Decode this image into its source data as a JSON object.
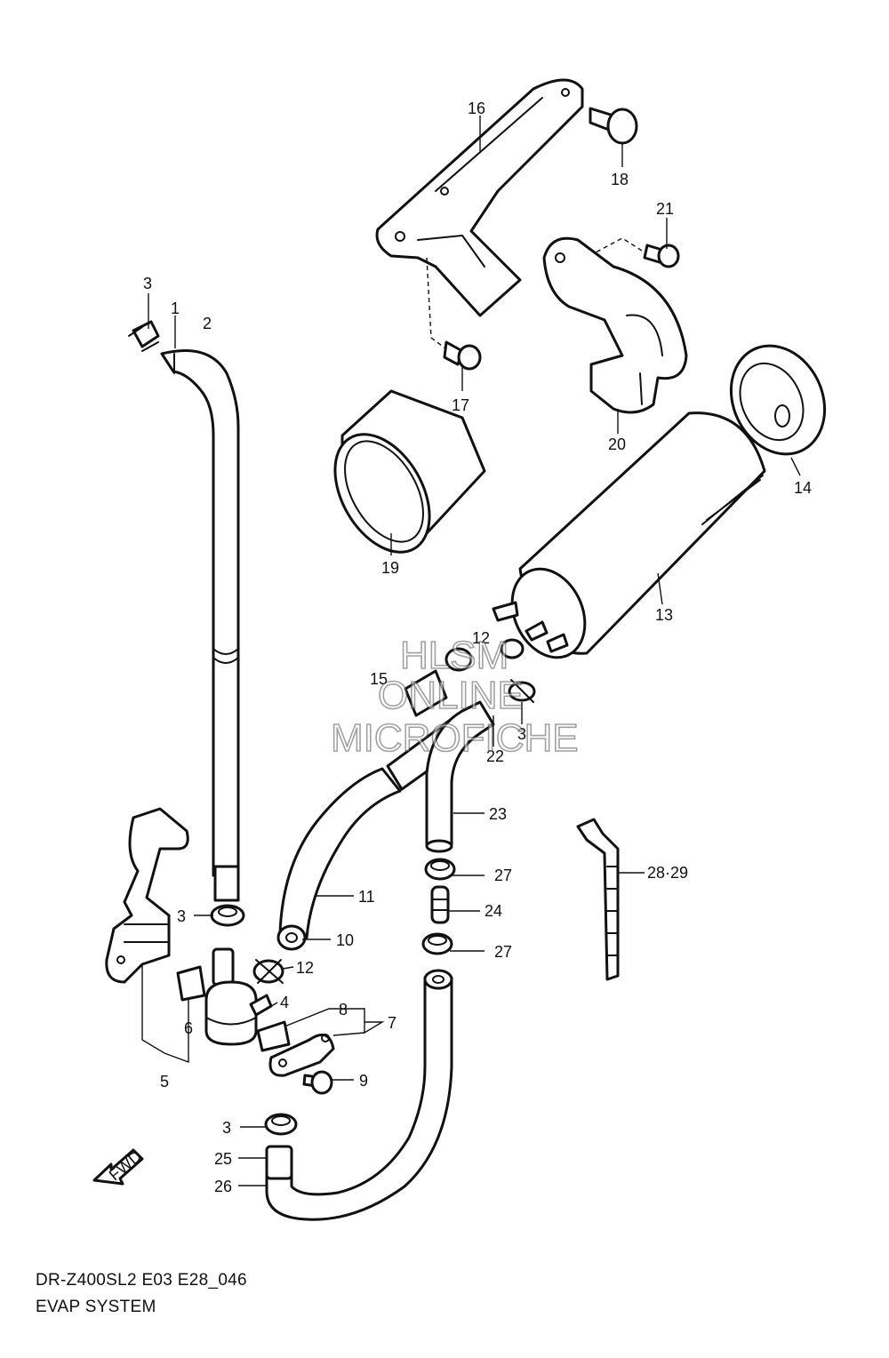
{
  "callouts": {
    "c1": "1",
    "c2": "2",
    "c3a": "3",
    "c3b": "3",
    "c3c": "3",
    "c3d": "3",
    "c4": "4",
    "c5": "5",
    "c6": "6",
    "c7": "7",
    "c8": "8",
    "c9": "9",
    "c10": "10",
    "c11": "11",
    "c12a": "12",
    "c12b": "12",
    "c13": "13",
    "c14": "14",
    "c15": "15",
    "c16": "16",
    "c17": "17",
    "c18": "18",
    "c19": "19",
    "c20": "20",
    "c21": "21",
    "c22": "22",
    "c23": "23",
    "c24": "24",
    "c25": "25",
    "c26": "26",
    "c27a": "27",
    "c27b": "27",
    "c2829": "28·29"
  },
  "watermark": {
    "line1": "HLSM",
    "line2": "ONLINE",
    "line3": "MICROFICHE"
  },
  "fwd_label": "FWD",
  "footer": {
    "model": "DR-Z400SL2 E03 E28_046",
    "title": "EVAP SYSTEM"
  }
}
